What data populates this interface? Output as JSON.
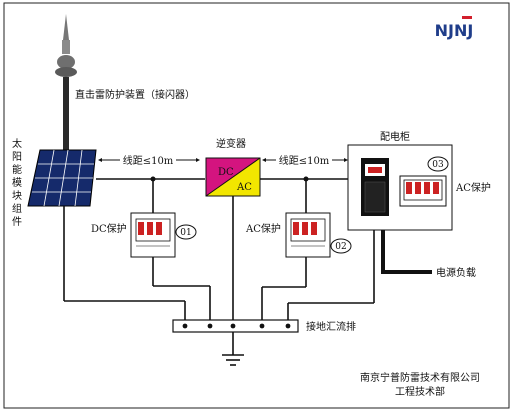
{
  "logo": {
    "text": "NJNJ",
    "color": "#1f3d8a",
    "accent": "#d21f2c"
  },
  "lightning_rod": {
    "label": "直击雷防护装置（接闪器）"
  },
  "solar_panel": {
    "label": [
      "太",
      "阳",
      "能",
      "模",
      "块",
      "组",
      "件"
    ]
  },
  "inverter": {
    "title": "逆变器",
    "dc_label": "DC",
    "ac_label": "AC",
    "dc_color": "#d4147f",
    "ac_color": "#f2e600"
  },
  "distance": {
    "left": "线距≤10m",
    "right": "线距≤10m"
  },
  "cabinet": {
    "title": "配电柜"
  },
  "protectors": {
    "dc": {
      "label": "DC保护",
      "number": "01"
    },
    "ac": {
      "label": "AC保护",
      "number": "02"
    },
    "cab": {
      "label": "AC保护",
      "number": "03"
    }
  },
  "load": {
    "label": "电源负载"
  },
  "ground_bar": {
    "label": "接地汇流排"
  },
  "company": {
    "name": "南京宁普防雷技术有限公司",
    "dept": "工程技术部"
  },
  "colors": {
    "frame": "#222222",
    "module_red": "#cc2222",
    "panel": "#152a6b"
  }
}
